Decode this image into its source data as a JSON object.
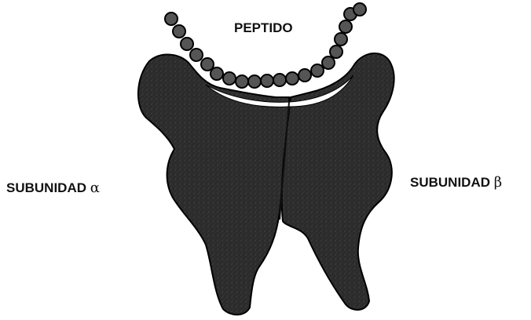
{
  "labels": {
    "peptide": "PEPTIDO",
    "alpha_prefix": "SUBUNIDAD",
    "alpha_symbol": "α",
    "beta_prefix": "SUBUNIDAD",
    "beta_symbol": "β"
  },
  "colors": {
    "background": "#ffffff",
    "molecule_fill": "#2a2a2a",
    "molecule_stroke": "#000000",
    "peptide_bead_fill": "#444444",
    "peptide_bead_stroke": "#000000",
    "label_color": "#111111"
  }
}
